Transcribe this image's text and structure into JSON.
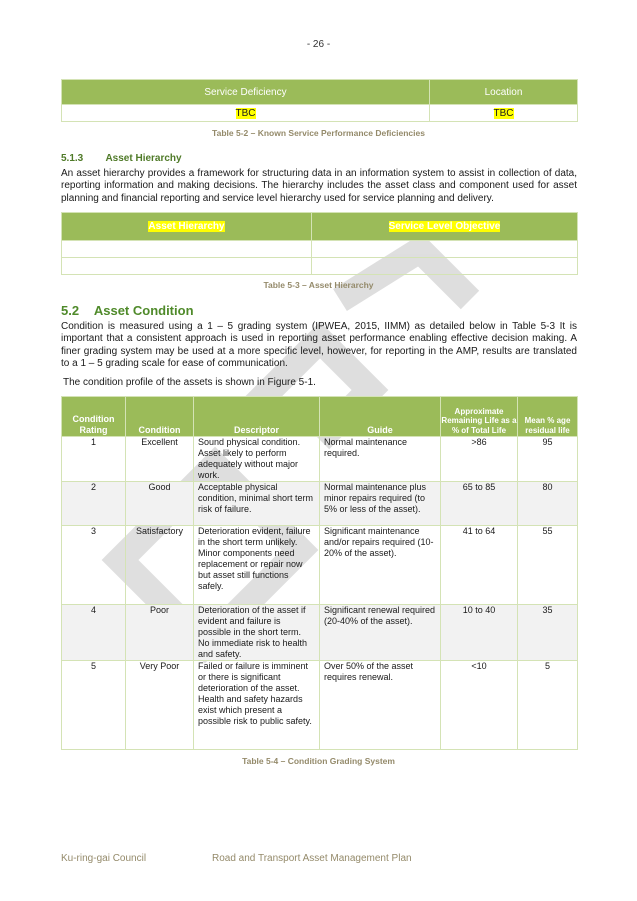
{
  "page_number": "- 26 -",
  "table_5_2": {
    "headers": [
      "Service Deficiency",
      "Location"
    ],
    "rows": [
      [
        "TBC",
        "TBC"
      ]
    ],
    "caption": "Table 5-2 – Known Service Performance Deficiencies"
  },
  "section_5_1_3": {
    "number": "5.1.3",
    "title": "Asset Hierarchy",
    "body": "An asset hierarchy provides a framework for structuring data in an information system to assist in collection of data, reporting information and making decisions. The hierarchy includes the asset class and component used for asset planning and financial reporting and service level hierarchy used for service planning and delivery."
  },
  "table_5_3": {
    "headers": [
      "Asset Hierarchy",
      "Service Level Objective"
    ],
    "rows": [
      [
        "",
        ""
      ],
      [
        "",
        ""
      ]
    ],
    "caption": "Table 5-3 – Asset Hierarchy"
  },
  "section_5_2": {
    "number": "5.2",
    "title": "Asset Condition",
    "body": "Condition is measured using a 1 – 5 grading system (IPWEA, 2015, IIMM) as detailed below in Table 5-3 It is important that a consistent approach is used in reporting asset performance enabling effective decision making. A finer grading system may be used at a more specific level, however, for reporting in the AMP, results are translated to a 1 – 5 grading scale for ease of communication.",
    "profile_note": "The condition profile of the assets is shown in Figure 5-1."
  },
  "table_5_4": {
    "headers": [
      "Condition Rating",
      "Condition",
      "Descriptor",
      "Guide",
      "Approximate Remaining Life as a % of Total Life",
      "Mean % age residual life"
    ],
    "rows": [
      {
        "rating": "1",
        "condition": "Excellent",
        "descriptor": "Sound physical condition. Asset likely to perform adequately without major work.",
        "guide": "Normal maintenance required.",
        "remaining": ">86",
        "mean": "95"
      },
      {
        "rating": "2",
        "condition": "Good",
        "descriptor": "Acceptable physical condition, minimal short term risk of failure.",
        "guide": "Normal maintenance plus minor repairs required (to 5% or less of the asset).",
        "remaining": "65 to 85",
        "mean": "80"
      },
      {
        "rating": "3",
        "condition": "Satisfactory",
        "descriptor": "Deterioration evident, failure in the short term unlikely. Minor components need replacement or repair now but asset still functions safely.",
        "guide": "Significant maintenance and/or repairs required (10-20% of the asset).",
        "remaining": "41 to 64",
        "mean": "55"
      },
      {
        "rating": "4",
        "condition": "Poor",
        "descriptor": "Deterioration of the asset if evident and failure is possible in the short term. No immediate risk to health and safety.",
        "guide": "Significant renewal required (20-40% of the asset).",
        "remaining": "10 to 40",
        "mean": "35"
      },
      {
        "rating": "5",
        "condition": "Very Poor",
        "descriptor": "Failed or failure is imminent or there is significant deterioration of the asset. Health and safety hazards exist which present a possible risk to public safety.",
        "guide": "Over 50% of the asset requires renewal.",
        "remaining": "<10",
        "mean": "5"
      }
    ],
    "caption": "Table 5-4 – Condition Grading System"
  },
  "footer": {
    "organisation": "Ku-ring-gai Council",
    "document_title": "Road and Transport Asset Management Plan"
  },
  "watermark": "DRAFT",
  "colors": {
    "table_header_green": "#9bbb59",
    "heading_green": "#4f7a28",
    "caption_color": "#948a6a",
    "highlight_yellow": "#ffff00"
  }
}
